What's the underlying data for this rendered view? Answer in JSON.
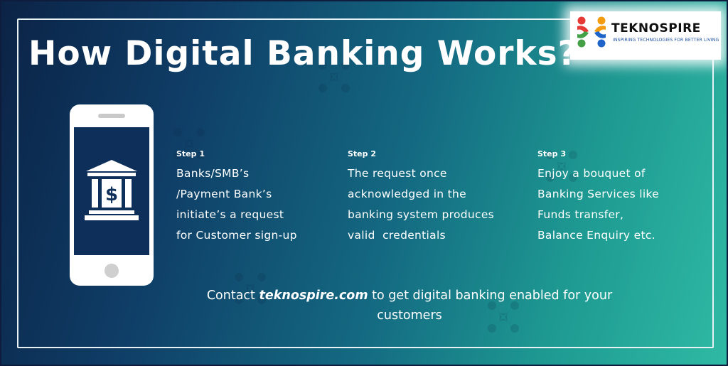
{
  "title": "How Digital Banking Works?",
  "logo": {
    "name": "TEKNOSPIRE",
    "tagline": "INSPIRING TECHNOLOGIES FOR BETTER LIVING",
    "icon": "four-people-circle-icon"
  },
  "phone": {
    "icon": "bank-building-icon",
    "symbol": "$"
  },
  "steps": [
    {
      "label": "Step 1",
      "lines": [
        "Banks/SMB’s",
        "/Payment Bank’s",
        "initiate’s a request",
        "for Customer sign-up"
      ]
    },
    {
      "label": "Step 2",
      "lines": [
        "The request once",
        "acknowledged in the",
        "banking system produces",
        "valid  credentials"
      ]
    },
    {
      "label": "Step 3",
      "lines": [
        "Enjoy a bouquet of",
        "Banking Services like",
        "Funds transfer,",
        "Balance Enquiry etc."
      ]
    }
  ],
  "contact": {
    "prefix": "Contact ",
    "link": "teknospire.com",
    "suffix": " to get digital banking enabled for your",
    "line2": "customers"
  },
  "colors": {
    "gradient_start": "#0b2346",
    "gradient_end": "#2fbaa4",
    "text": "#ffffff",
    "phone_screen": "#0e2f5a",
    "logo_red": "#e53935",
    "logo_orange": "#f39c12",
    "logo_green": "#43a047",
    "logo_blue": "#1e63c8"
  }
}
